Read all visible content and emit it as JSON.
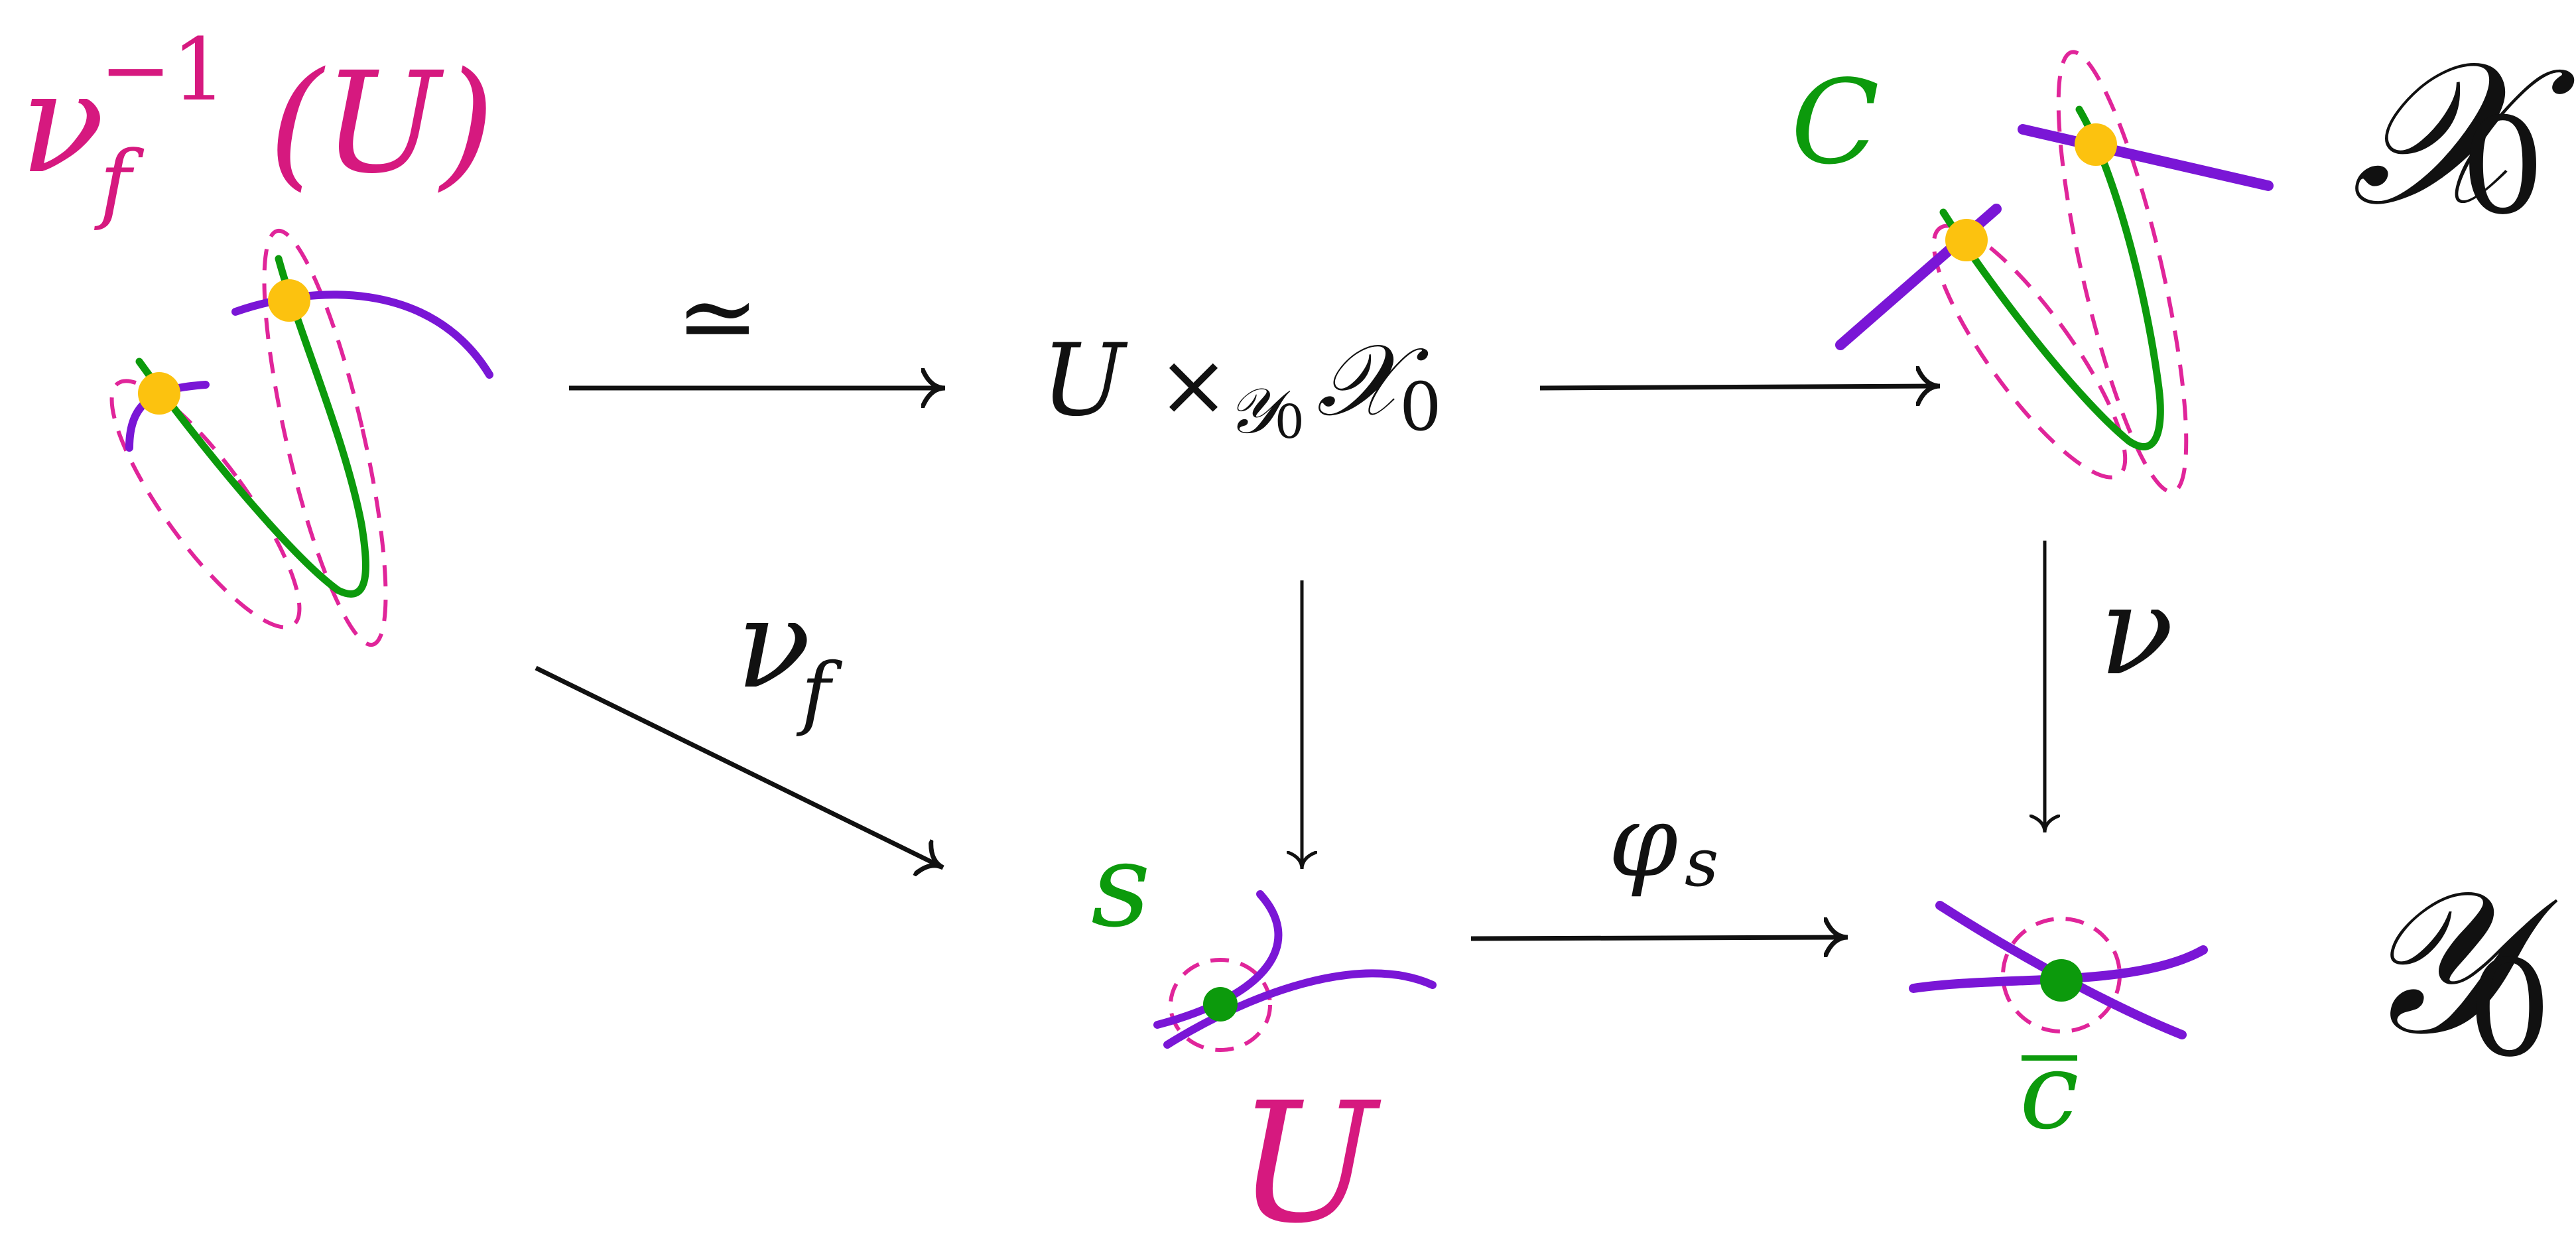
{
  "colors": {
    "magenta": "#d6197f",
    "green": "#0c9a0c",
    "purple": "#7a16d6",
    "yellow": "#fcc20f",
    "black": "#111111"
  },
  "labels": {
    "preimage": {
      "base": "ν",
      "sub": "f",
      "sup": "−1",
      "arg": "(U)"
    },
    "fiber_product": {
      "u": "U",
      "times": "×",
      "sub": "𝒴",
      "sub0": "0",
      "x": "𝒳",
      "x0": "0"
    },
    "iso": "≃",
    "nu_f": {
      "base": "ν",
      "sub": "f"
    },
    "nu": "ν",
    "phi_s": {
      "base": "φ",
      "sub": "s"
    },
    "C": "C",
    "X0": {
      "base": "𝒳",
      "sub": "0"
    },
    "Y0": {
      "base": "𝒴",
      "sub": "0"
    },
    "s": "s",
    "U": "U",
    "cbar": "c"
  }
}
